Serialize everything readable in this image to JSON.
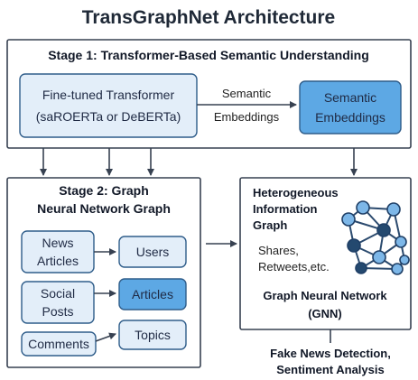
{
  "title": "TransGraphNet Architecture",
  "stage1": {
    "heading": "Stage 1: Transformer-Based Semantic Understanding",
    "transformer_line1": "Fine-tuned Transformer",
    "transformer_line2": "(saROERTa or DeBERTa)",
    "arrow_label_line1": "Semantic",
    "arrow_label_line2": "Embeddings",
    "embeddings_line1": "Semantic",
    "embeddings_line2": "Embeddings"
  },
  "stage2": {
    "heading_line1": "Stage 2: Graph",
    "heading_line2": "Neural Network Graph",
    "news_articles_line1": "News",
    "news_articles_line2": "Articles",
    "users": "Users",
    "social_posts_line1": "Social",
    "social_posts_line2": "Posts",
    "articles": "Articles",
    "comments": "Comments",
    "topics": "Topics"
  },
  "graph_panel": {
    "heading_line1": "Heterogeneous",
    "heading_line2": "Information",
    "heading_line3": "Graph",
    "shares_line1": "Shares,",
    "shares_line2": "Retweets,etc.",
    "gnn_line1": "Graph Neural Network",
    "gnn_line2": "(GNN)"
  },
  "output": {
    "line1": "Fake News Detection,",
    "line2": "Sentiment Analysis"
  },
  "colors": {
    "light_box": "#e3eef9",
    "dark_box": "#5da8e4",
    "node_light": "#7db7e8",
    "node_dark": "#24496f",
    "border": "#374151"
  }
}
